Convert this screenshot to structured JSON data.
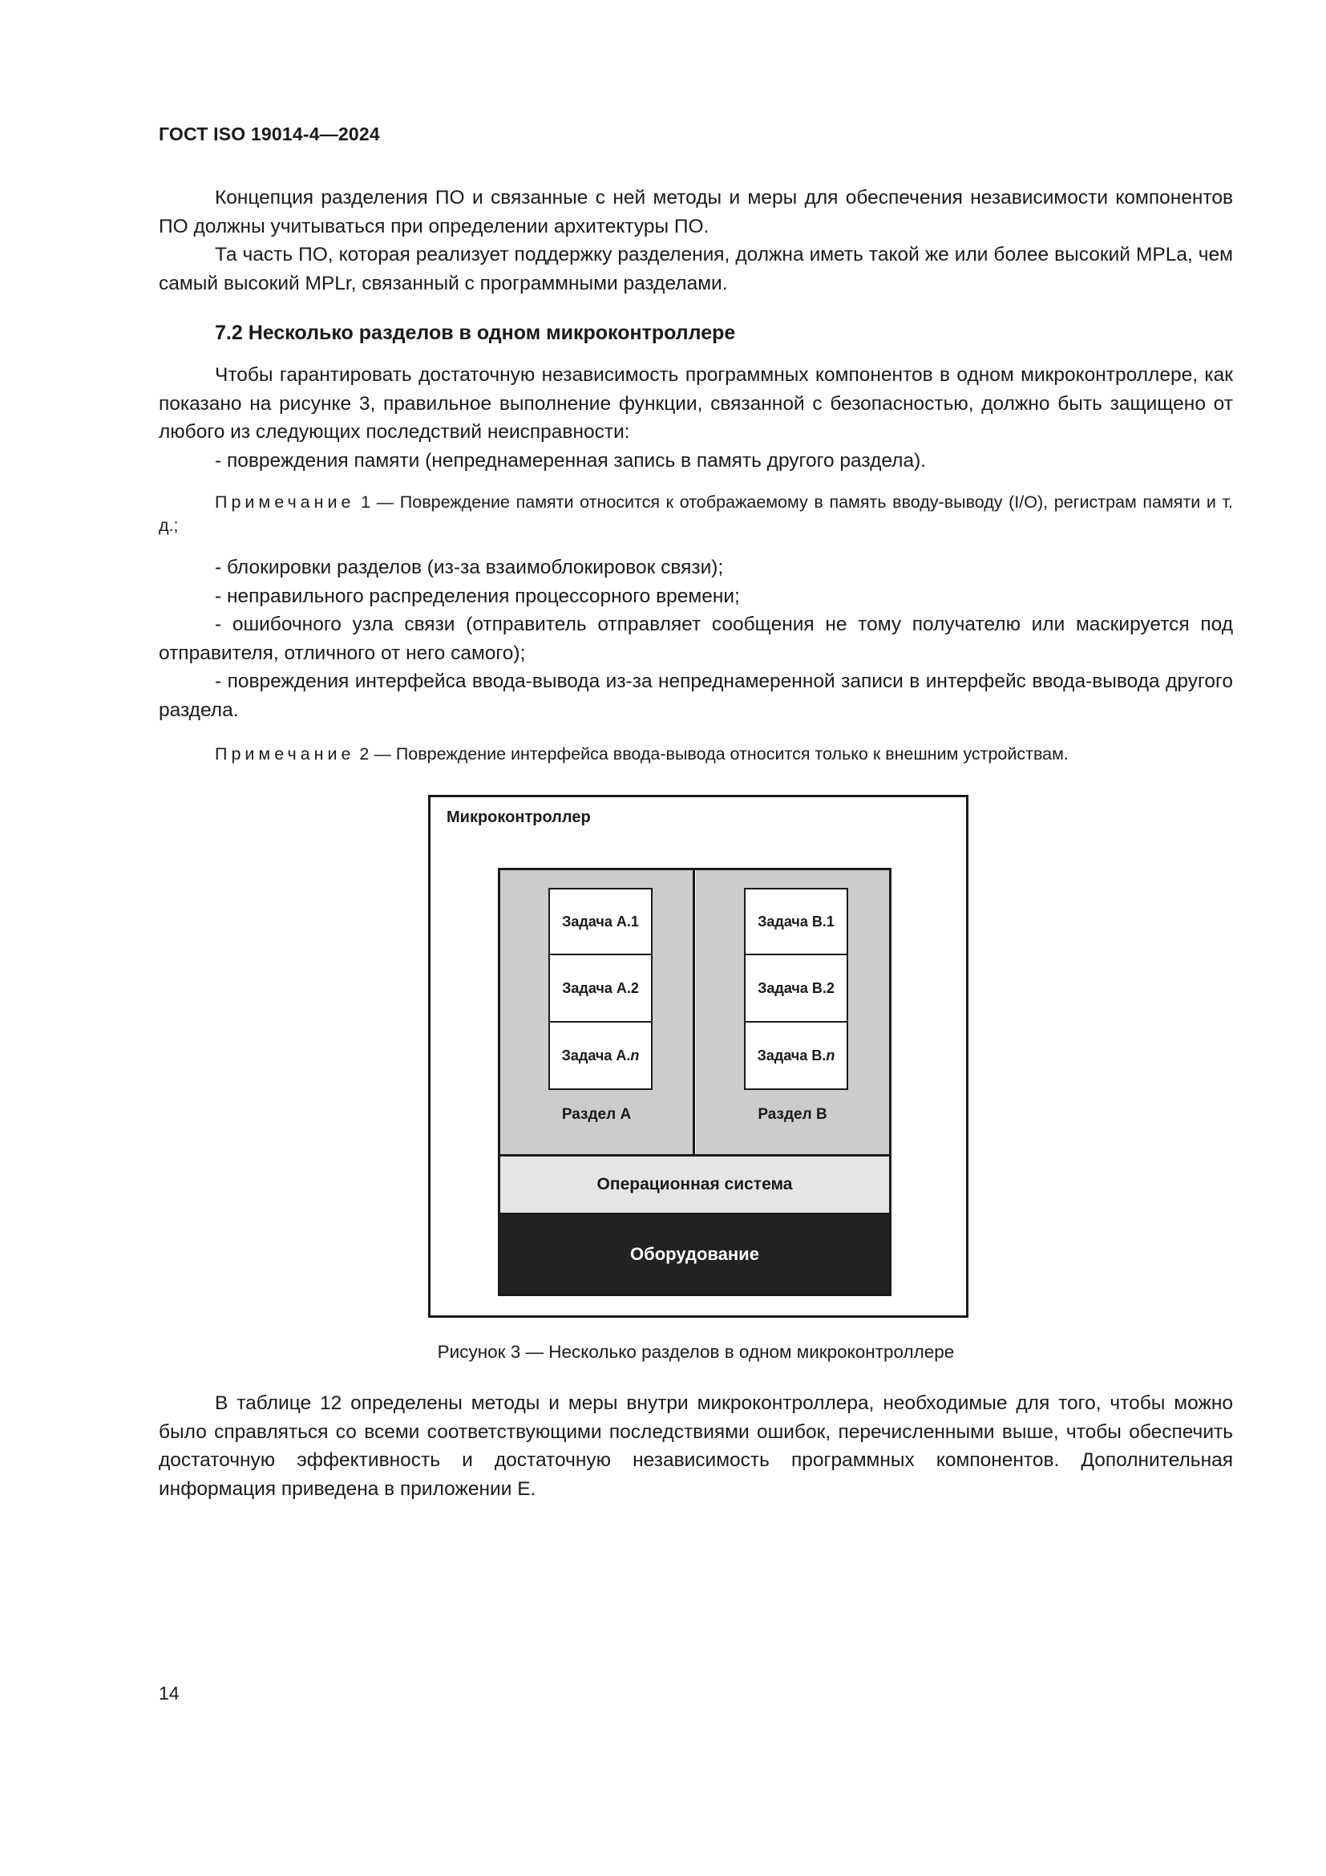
{
  "header": {
    "code": "ГОСТ ISO 19014-4—2024"
  },
  "intro": {
    "p1": "Концепция разделения ПО и связанные с ней методы и меры для обеспечения независимости компонентов ПО должны учитываться при определении архитектуры ПО.",
    "p2": "Та часть ПО, которая реализует поддержку разделения, должна иметь такой же или более высокий MPLa, чем самый высокий MPLr, связанный с программными разделами."
  },
  "section": {
    "heading": "7.2  Несколько разделов в одном микроконтроллере",
    "p1": "Чтобы гарантировать достаточную независимость программных компонентов в одном микроконтроллере, как показано на рисунке 3, правильное выполнение функции, связанной с безопасностью, должно быть защищено от любого из следующих последствий неисправности:",
    "item1": "- повреждения памяти (непреднамеренная запись в память другого раздела).",
    "note1_label": "Примечание",
    "note1_text": " 1 — Повреждение памяти относится к отображаемому в память вводу-выводу (I/O), регистрам памяти и т. д.;",
    "item2": "- блокировки разделов (из-за взаимоблокировок связи);",
    "item3": "- неправильного распределения процессорного времени;",
    "item4": "- ошибочного узла связи (отправитель отправляет сообщения не тому получателю или маскируется под отправителя, отличного от него самого);",
    "item5": "- повреждения интерфейса ввода-вывода из-за непреднамеренной записи в интерфейс ввода-вывода другого раздела.",
    "note2_label": "Примечание",
    "note2_text": " 2 — Повреждение интерфейса ввода-вывода относится только к внешним устройствам."
  },
  "figure": {
    "title": "Микроконтроллер",
    "partition_a": {
      "label": "Раздел А",
      "tasks": [
        {
          "prefix": "Задача А.",
          "suffix": "1"
        },
        {
          "prefix": "Задача А.",
          "suffix": "2"
        },
        {
          "prefix": "Задача А.",
          "suffix": "n"
        }
      ]
    },
    "partition_b": {
      "label": "Раздел В",
      "tasks": [
        {
          "prefix": "Задача В.",
          "suffix": "1"
        },
        {
          "prefix": "Задача В.",
          "suffix": "2"
        },
        {
          "prefix": "Задача В.",
          "suffix": "n"
        }
      ]
    },
    "os_label": "Операционная система",
    "hw_label": "Оборудование",
    "caption": "Рисунок 3 — Несколько разделов в одном микроконтроллере"
  },
  "closing": {
    "p1": "В таблице 12 определены методы и меры внутри микроконтроллера, необходимые для того, чтобы можно было справляться со всеми соответствующими последствиями ошибок, перечисленными выше, чтобы обеспечить достаточную эффективность и достаточную независимость программных компонентов. Дополнительная информация приведена в приложении Е."
  },
  "page_number": "14"
}
